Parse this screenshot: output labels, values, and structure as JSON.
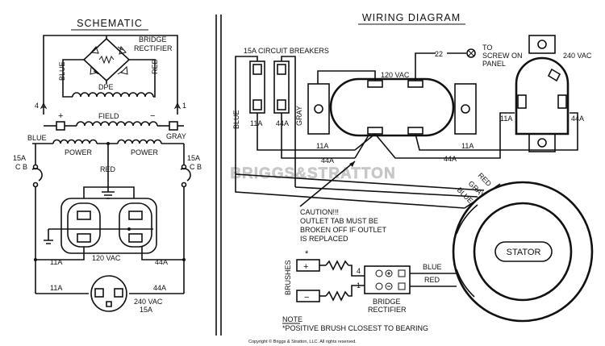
{
  "schematic": {
    "title": "SCHEMATIC",
    "bridge_rectifier": [
      "BRIDGE",
      "RECTIFIER"
    ],
    "blue": "BLUE",
    "red": "RED",
    "dpe": "DPE",
    "num4": "4",
    "num1": "1",
    "plus": "+",
    "minus": "−",
    "field": "FIELD",
    "blue_lead": "BLUE",
    "gray_lead": "GRAY",
    "power_left": "POWER",
    "power_right": "POWER",
    "red_center": "RED",
    "cb_left": [
      "15A",
      "C B"
    ],
    "cb_right": [
      "15A",
      "C B"
    ],
    "outlet_120": "120 VAC",
    "wire_11a_1": "11A",
    "wire_44a_1": "44A",
    "wire_11a_2": "11A",
    "wire_44a_2": "44A",
    "outlet_240": [
      "240 VAC",
      "15A"
    ]
  },
  "wiring": {
    "title": "WIRING DIAGRAM",
    "breakers": "15A CIRCUIT BREAKERS",
    "wire_22": "22",
    "to_panel": [
      "TO",
      "SCREW ON",
      "PANEL"
    ],
    "vac_240": "240 VAC",
    "vac_120": "120 VAC",
    "blue_vert": "BLUE",
    "gray_vert": "GRAY",
    "br_11a": "11A",
    "br_44a": "44A",
    "w11a_a": "11A",
    "w44a_a": "44A",
    "w11a_b": "11A",
    "w44a_b": "44A",
    "r11a": "11A",
    "r44a": "44A",
    "red_diag": "RED",
    "gray_diag": "GRAY",
    "blue_diag": "BLUE",
    "caution": [
      "CAUTION!!!",
      "OUTLET TAB MUST BE",
      "BROKEN OFF IF OUTLET",
      "IS REPLACED"
    ],
    "stator": "STATOR",
    "asterisk": "*",
    "brushes": "BRUSHES",
    "brush_plus": "+",
    "brush_minus": "−",
    "n4": "4",
    "n1": "1",
    "blue_out": "BLUE",
    "red_out": "RED",
    "bridge_rect": [
      "BRIDGE",
      "RECTIFIER"
    ],
    "note": [
      "NOTE",
      "*POSITIVE BRUSH CLOSEST TO BEARING"
    ]
  },
  "watermark": "BRIGGS&STRATTON",
  "copyright": "Copyright © Briggs & Stratton, LLC. All rights reserved."
}
